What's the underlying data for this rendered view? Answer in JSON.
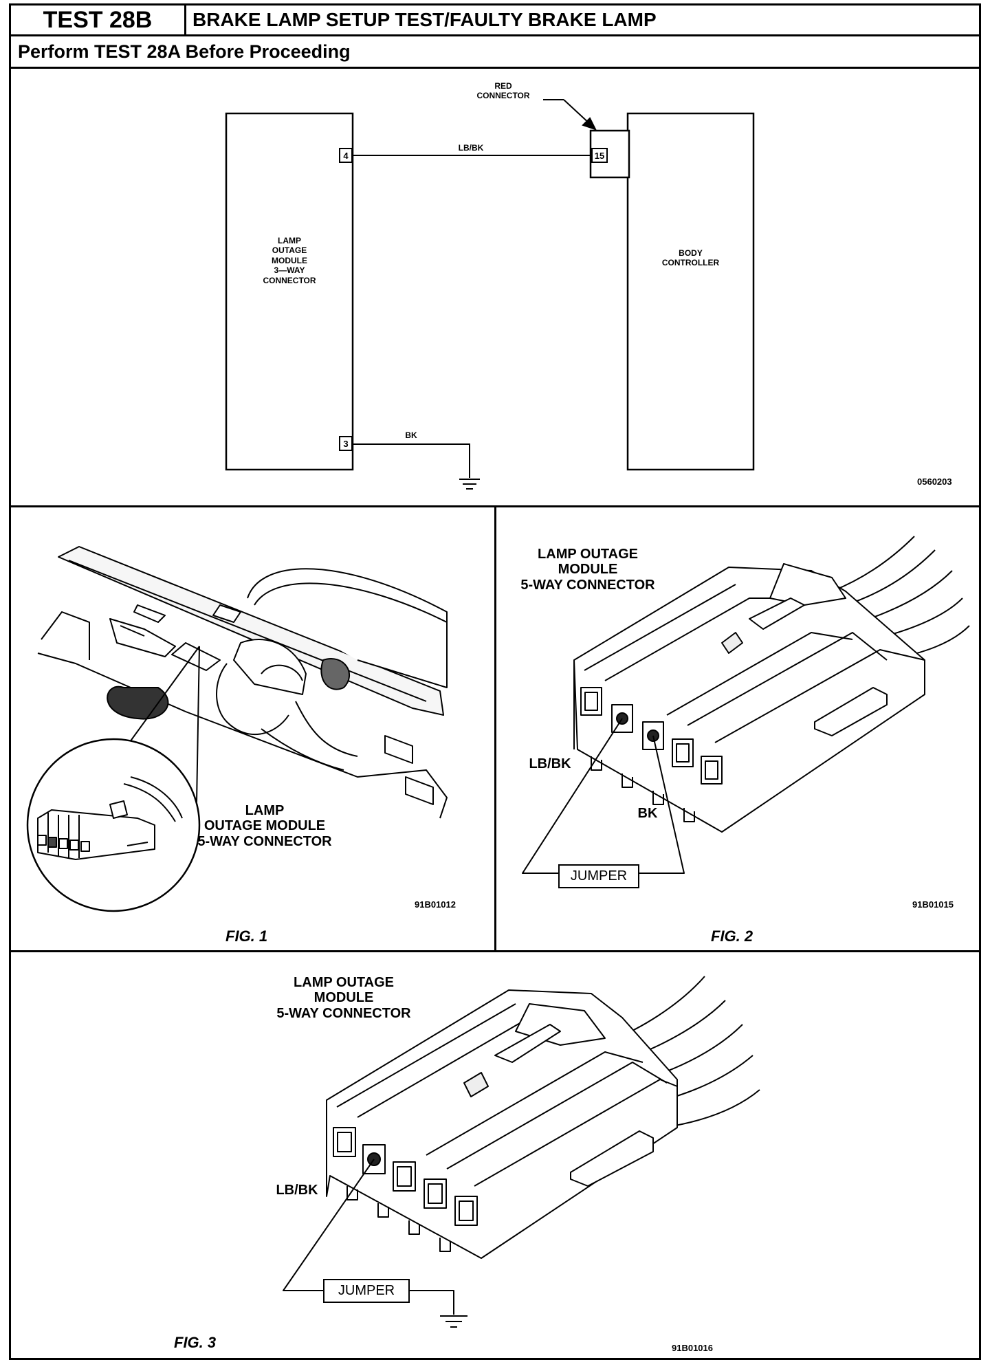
{
  "header": {
    "test_id": "TEST 28B",
    "title": "BRAKE LAMP SETUP TEST/FAULTY BRAKE LAMP",
    "prerequisite": "Perform TEST 28A Before Proceeding"
  },
  "schematic": {
    "module_label": "LAMP\nOUTAGE\nMODULE\n3—WAY\nCONNECTOR",
    "controller_label": "BODY\nCONTROLLER",
    "red_connector_label": "RED\nCONNECTOR",
    "pin_4": "4",
    "pin_3": "3",
    "pin_15": "15",
    "wire_top": "LB/BK",
    "wire_bottom": "BK",
    "ref_code": "0560203"
  },
  "fig1": {
    "label": "LAMP\nOUTAGE MODULE\n5-WAY CONNECTOR",
    "ref_code": "91B01012",
    "caption": "FIG. 1"
  },
  "fig2": {
    "label": "LAMP OUTAGE\nMODULE\n5-WAY CONNECTOR",
    "wire_1": "LB/BK",
    "wire_2": "BK",
    "jumper": "JUMPER",
    "ref_code": "91B01015",
    "caption": "FIG. 2"
  },
  "fig3": {
    "label": "LAMP OUTAGE\nMODULE\n5-WAY CONNECTOR",
    "wire_1": "LB/BK",
    "jumper": "JUMPER",
    "ref_code": "91B01016",
    "caption": "FIG. 3"
  }
}
